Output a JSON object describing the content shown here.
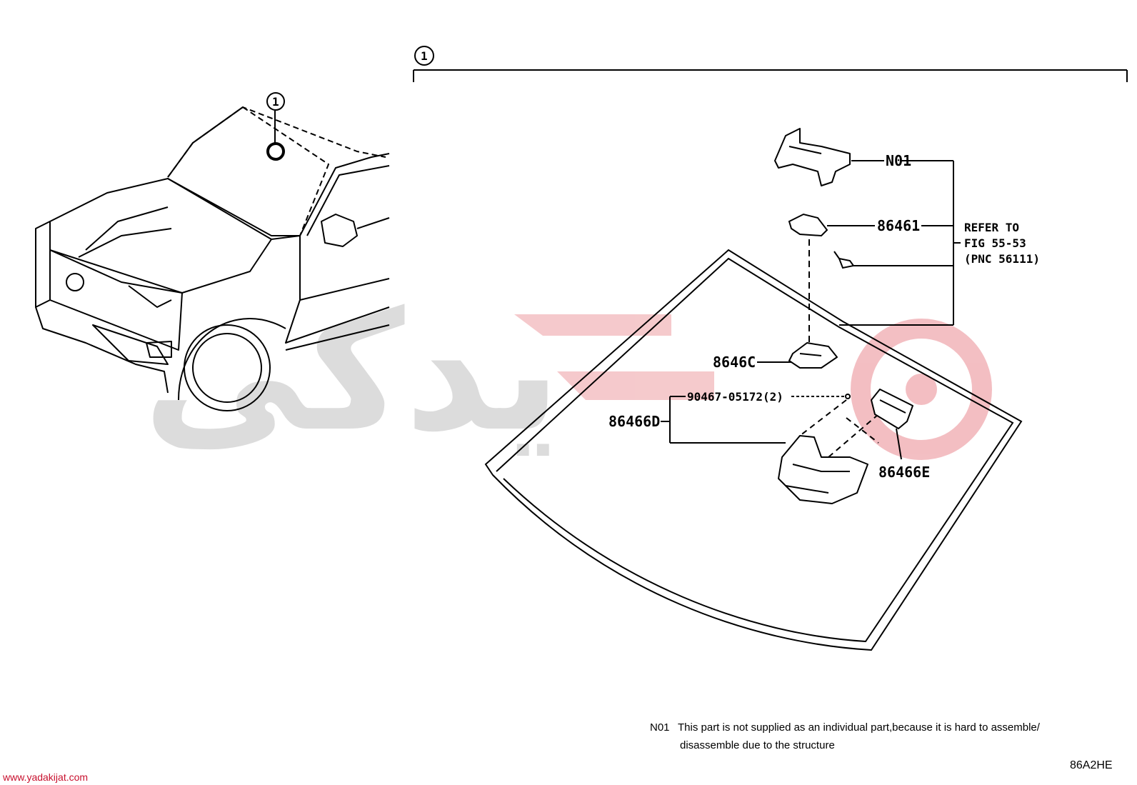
{
  "callouts": {
    "main": "1",
    "vehicle": "1"
  },
  "labels": {
    "n01": "N01",
    "p86461": "86461",
    "p8646c": "8646C",
    "p90467": "90467-05172(2)",
    "p86466d": "86466D",
    "p86466e": "86466E"
  },
  "refer": {
    "line1": "REFER TO",
    "line2": "FIG 55-53",
    "line3": "(PNC 56111)"
  },
  "note": {
    "code": "N01",
    "line1": "This part is not supplied as an individual part,because it is hard to assemble/",
    "line2": "disassemble due to the structure"
  },
  "diagram_code": "86A2HE",
  "watermark": {
    "site": "www.yadakijat.com",
    "accent": "#e8323c"
  },
  "icons": [
    "callout-circle-icon",
    "vehicle-drawing",
    "windshield-drawing",
    "bracket-icon",
    "sensor-icon",
    "connector-icon",
    "cover-icon"
  ]
}
